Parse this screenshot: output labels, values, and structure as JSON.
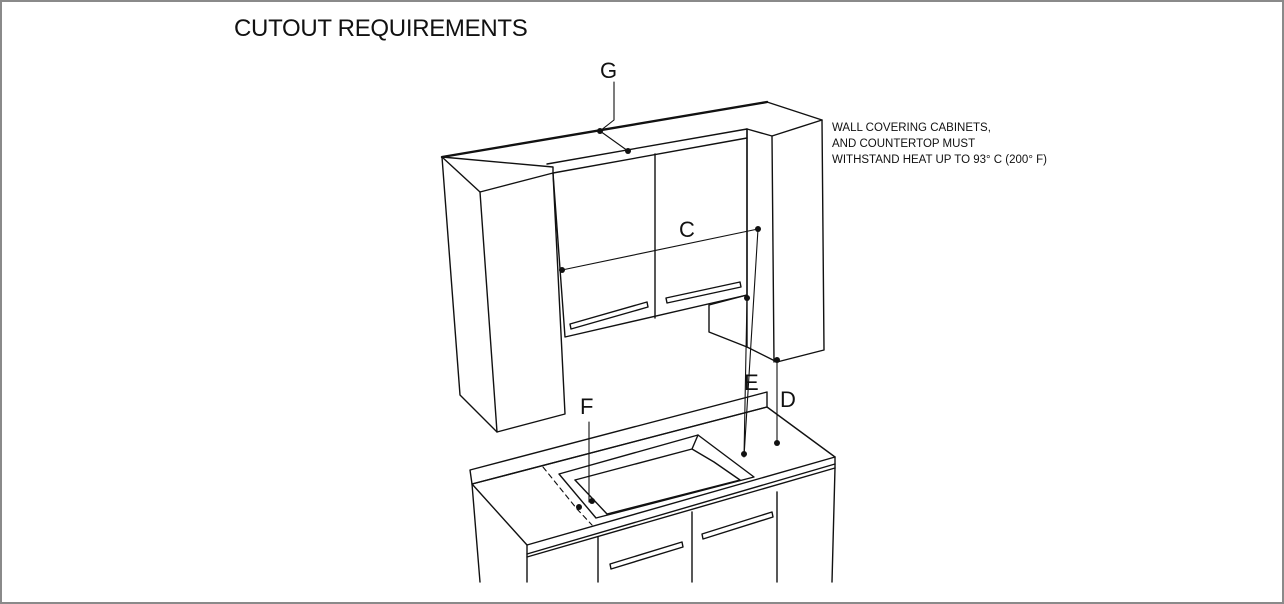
{
  "figure": {
    "title": "CUTOUT REQUIREMENTS",
    "note_lines": [
      "WALL COVERING CABINETS,",
      "AND COUNTERTOP MUST",
      "WITHSTAND HEAT UP TO 93° C (200° F)"
    ],
    "dimension_labels": {
      "g": "G",
      "c": "C",
      "e": "E",
      "d": "D",
      "f": "F"
    }
  }
}
